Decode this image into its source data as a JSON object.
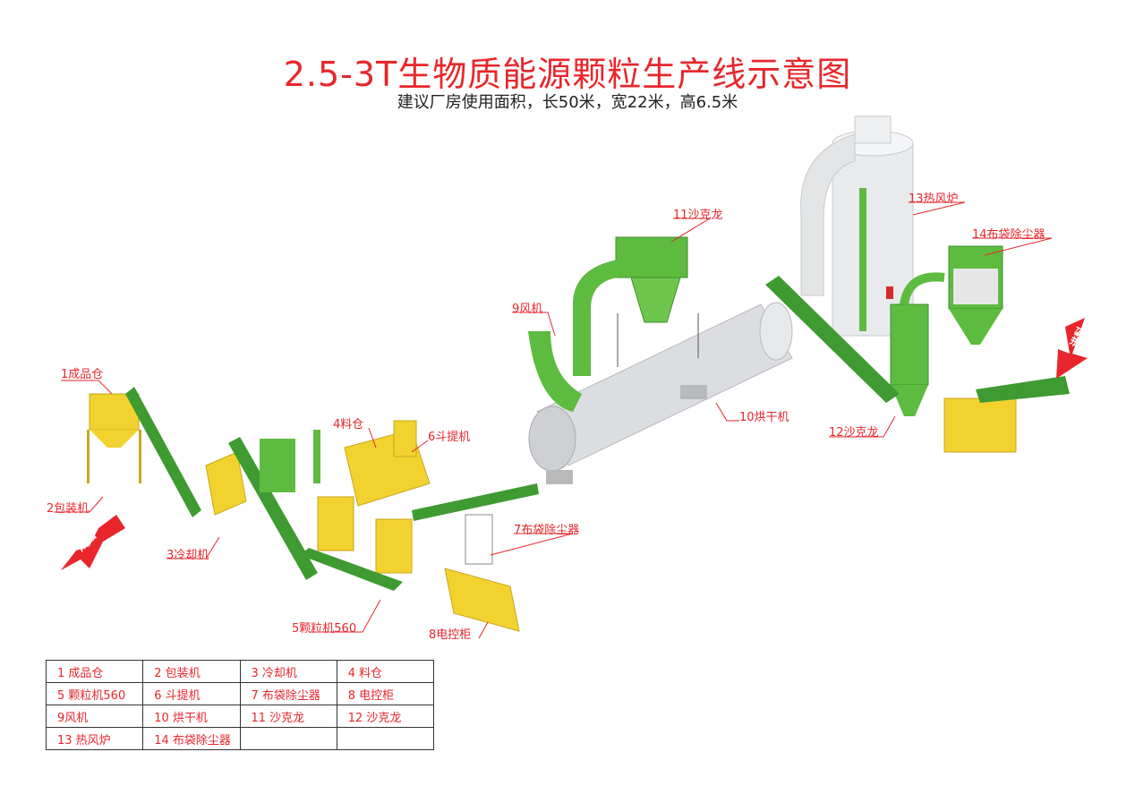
{
  "header": {
    "title": "2.5-3T生物质能源颗粒生产线示意图",
    "subtitle": "建议厂房使用面积，长50米，宽22米，高6.5米"
  },
  "diagram_labels": {
    "l1": "1成品仓",
    "l2": "2包装机",
    "l3": "3冷却机",
    "l4": "4料仓",
    "l5": "5颗粒机560",
    "l6": "6斗提机",
    "l7": "7布袋除尘器",
    "l8": "8电控柜",
    "l9": "9风机",
    "l10": "10烘干机",
    "l11": "11沙克龙",
    "l12": "12沙克龙",
    "l13": "13热风炉",
    "l14": "14布袋除尘器"
  },
  "arrows": {
    "output": "成品",
    "input": "进料"
  },
  "colors": {
    "accent_red": "#e8262b",
    "machine_green": "#5dbb3f",
    "machine_yellow": "#f2d22e",
    "drum_gray": "#d9dadb"
  },
  "legend_table": {
    "rows": [
      [
        "1 成品仓",
        "2 包装机",
        "3 冷却机",
        "4 料仓"
      ],
      [
        "5 颗粒机560",
        "6 斗提机",
        "7 布袋除尘器",
        "8 电控柜"
      ],
      [
        "9风机",
        "10 烘干机",
        "11 沙克龙",
        "12 沙克龙"
      ],
      [
        "13 热风炉",
        "14 布袋除尘器",
        "",
        ""
      ]
    ]
  }
}
